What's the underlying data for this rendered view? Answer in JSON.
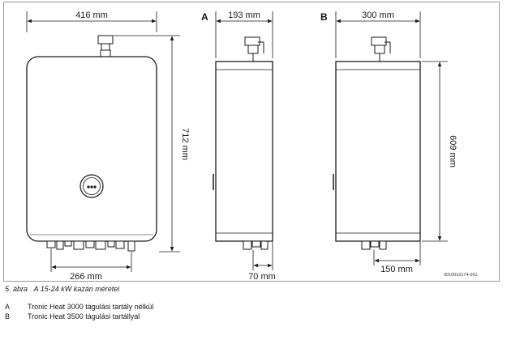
{
  "dimensions": {
    "front_width": "416 mm",
    "front_height": "712 mm",
    "front_bottom_connections": "266 mm",
    "side_a_depth": "193 mm",
    "side_a_bottom_offset": "70 mm",
    "side_b_depth": "300 mm",
    "side_b_height": "609 mm",
    "side_b_bottom_offset": "150 mm"
  },
  "views": {
    "a_label": "A",
    "b_label": "B"
  },
  "doc_id": "0010010174-001",
  "caption": {
    "figure_number": "5. ábra",
    "text": "A 15-24 kW kazán méretei"
  },
  "legend": [
    {
      "key": "A",
      "text": "Tronic Heat 3000 tágulási tartály nélkül"
    },
    {
      "key": "B",
      "text": "Tronic Heat 3500 tágulási tartállyal"
    }
  ],
  "colors": {
    "line": "#1a1a1a",
    "body_fill": "#ffffff",
    "frame": "#9a9a9a"
  }
}
